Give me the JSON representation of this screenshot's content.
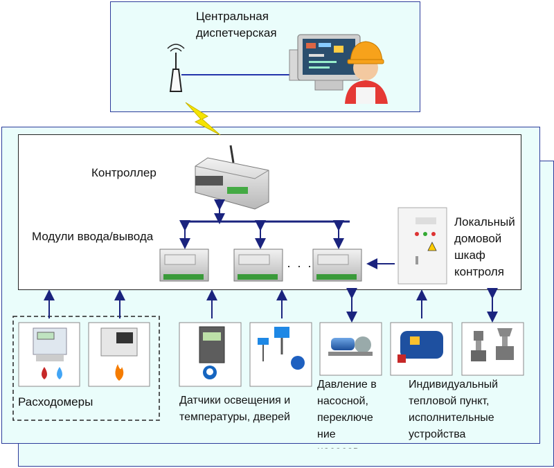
{
  "central": {
    "title_line1": "Центральная",
    "title_line2": "диспетчерская"
  },
  "controller": {
    "label": "Контроллер"
  },
  "io_modules": {
    "label": "Модули ввода/вывода",
    "ellipsis": "· · ·"
  },
  "cabinet": {
    "line1": "Локальный",
    "line2": "домовой",
    "line3": "шкаф",
    "line4": "контроля"
  },
  "devices": {
    "flowmeters": {
      "label": "Расходомеры"
    },
    "sensors": {
      "line1": "Датчики освещения и",
      "line2": "температуры, дверей"
    },
    "pumps": {
      "line1": "Давление в",
      "line2": "насосной,",
      "line3": "переключе",
      "line4": "ние",
      "line5": "насосов"
    },
    "heat": {
      "line1": "Индивидуальный",
      "line2": "тепловой пункт,",
      "line3": "исполнительные",
      "line4": "устройства"
    }
  },
  "colors": {
    "panel_bg": "#eafdfb",
    "border": "#2b3a9a",
    "bus": "#1a237e",
    "arrow": "#1a237e",
    "lightning": "#f5e400"
  }
}
